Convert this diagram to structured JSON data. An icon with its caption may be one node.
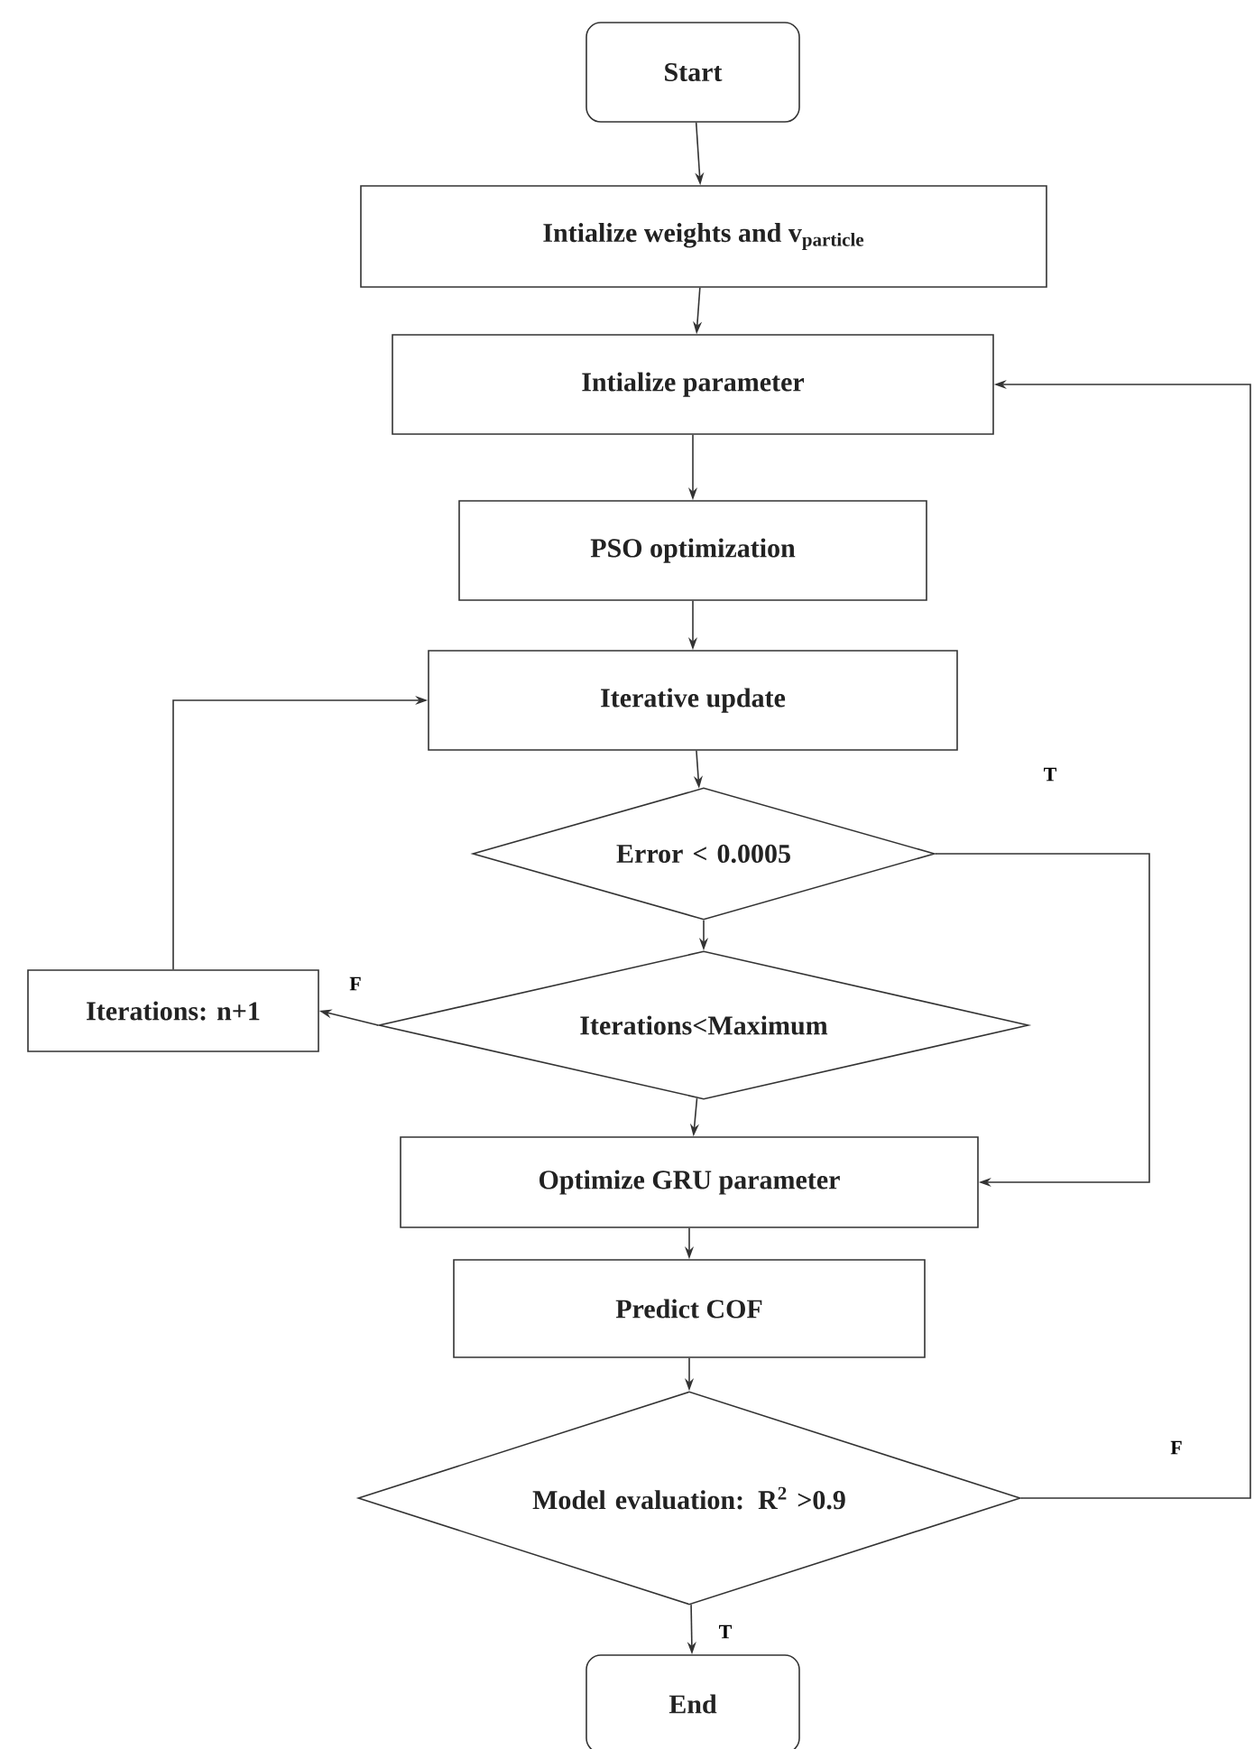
{
  "diagram": {
    "nodes": [
      {
        "text": [
          "Start"
        ]
      },
      {
        "text": [
          "Intialize weights and v$_{particle}$"
        ]
      },
      {
        "text": [
          "Intialize parameter"
        ]
      },
      {
        "text": [
          "PSO optimization"
        ]
      },
      {
        "text": [
          "Iterative update"
        ]
      },
      {
        "text": [
          "Error < 0.0005"
        ]
      },
      {
        "text": [
          "Iterations<Maximum"
        ]
      },
      {
        "text": [
          "Iterations: n+1"
        ]
      },
      {
        "text": [
          "Optimize GRU parameter"
        ]
      },
      {
        "text": [
          "Predict COF"
        ]
      },
      {
        "text": [
          "Model evaluation: R$^{2}$ >0.9"
        ]
      },
      {
        "text": [
          "End"
        ]
      }
    ],
    "edges": [
      {
        "from": 0,
        "to": 1,
        "arrow": "to"
      },
      {
        "from": 1,
        "to": 2,
        "arrow": "to"
      },
      {
        "from": 2,
        "to": 3,
        "arrow": "to"
      },
      {
        "from": 3,
        "to": 4,
        "arrow": "to"
      },
      {
        "from": 4,
        "to": 5,
        "arrow": "to"
      },
      {
        "from": 5,
        "to": 6,
        "arrow": "to"
      },
      {
        "from": 5,
        "to": 8,
        "arrow": "to",
        "label": "T"
      },
      {
        "from": 6,
        "to": 7,
        "arrow": "to",
        "label": "F"
      },
      {
        "from": 7,
        "to": 4,
        "arrow": "to"
      },
      {
        "from": 6,
        "to": 8,
        "arrow": "to"
      },
      {
        "from": 8,
        "to": 9,
        "arrow": "to"
      },
      {
        "from": 9,
        "to": 10,
        "arrow": "to"
      },
      {
        "from": 10,
        "to": 11,
        "arrow": "to",
        "label": "T"
      },
      {
        "from": 10,
        "to": 2,
        "arrow": "to",
        "label": "F"
      }
    ]
  }
}
